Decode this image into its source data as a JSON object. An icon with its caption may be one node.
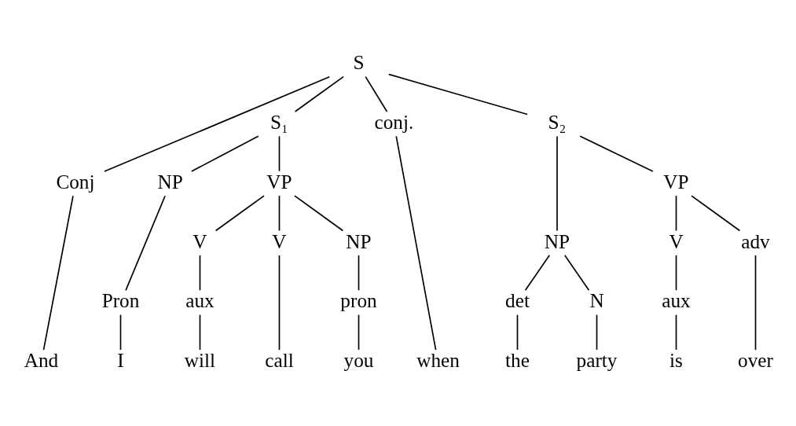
{
  "diagram": {
    "nodes": [
      {
        "text": [
          "S"
        ]
      },
      {
        "text": [
          "Conj"
        ]
      },
      {
        "text": [
          "S₁"
        ]
      },
      {
        "text": [
          "conj."
        ]
      },
      {
        "text": [
          "S₂"
        ]
      },
      {
        "text": [
          "NP"
        ]
      },
      {
        "text": [
          "VP"
        ]
      },
      {
        "text": [
          "NP"
        ]
      },
      {
        "text": [
          "VP"
        ]
      },
      {
        "text": [
          "Pron"
        ]
      },
      {
        "text": [
          "V"
        ]
      },
      {
        "text": [
          "V"
        ]
      },
      {
        "text": [
          "NP"
        ]
      },
      {
        "text": [
          "det"
        ]
      },
      {
        "text": [
          "N"
        ]
      },
      {
        "text": [
          "V"
        ]
      },
      {
        "text": [
          "adv"
        ]
      },
      {
        "text": [
          "aux"
        ]
      },
      {
        "text": [
          "pron"
        ]
      },
      {
        "text": [
          "aux"
        ]
      },
      {
        "text": [
          "And"
        ]
      },
      {
        "text": [
          "I"
        ]
      },
      {
        "text": [
          "will"
        ]
      },
      {
        "text": [
          "call"
        ]
      },
      {
        "text": [
          "you"
        ]
      },
      {
        "text": [
          "when"
        ]
      },
      {
        "text": [
          "the"
        ]
      },
      {
        "text": [
          "party"
        ]
      },
      {
        "text": [
          "is"
        ]
      },
      {
        "text": [
          "over"
        ]
      }
    ],
    "edges": [
      {
        "from": 0,
        "to": 1,
        "arrow": "none"
      },
      {
        "from": 0,
        "to": 2,
        "arrow": "none"
      },
      {
        "from": 0,
        "to": 3,
        "arrow": "none"
      },
      {
        "from": 0,
        "to": 4,
        "arrow": "none"
      },
      {
        "from": 1,
        "to": 20,
        "arrow": "none"
      },
      {
        "from": 2,
        "to": 5,
        "arrow": "none"
      },
      {
        "from": 2,
        "to": 6,
        "arrow": "none"
      },
      {
        "from": 3,
        "to": 25,
        "arrow": "none"
      },
      {
        "from": 4,
        "to": 7,
        "arrow": "none"
      },
      {
        "from": 4,
        "to": 8,
        "arrow": "none"
      },
      {
        "from": 5,
        "to": 9,
        "arrow": "none"
      },
      {
        "from": 6,
        "to": 10,
        "arrow": "none"
      },
      {
        "from": 6,
        "to": 11,
        "arrow": "none"
      },
      {
        "from": 6,
        "to": 12,
        "arrow": "none"
      },
      {
        "from": 7,
        "to": 13,
        "arrow": "none"
      },
      {
        "from": 7,
        "to": 14,
        "arrow": "none"
      },
      {
        "from": 8,
        "to": 15,
        "arrow": "none"
      },
      {
        "from": 8,
        "to": 16,
        "arrow": "none"
      },
      {
        "from": 9,
        "to": 21,
        "arrow": "none"
      },
      {
        "from": 10,
        "to": 17,
        "arrow": "none"
      },
      {
        "from": 11,
        "to": 23,
        "arrow": "none"
      },
      {
        "from": 12,
        "to": 18,
        "arrow": "none"
      },
      {
        "from": 13,
        "to": 26,
        "arrow": "none"
      },
      {
        "from": 14,
        "to": 27,
        "arrow": "none"
      },
      {
        "from": 15,
        "to": 19,
        "arrow": "none"
      },
      {
        "from": 16,
        "to": 29,
        "arrow": "none"
      },
      {
        "from": 17,
        "to": 22,
        "arrow": "none"
      },
      {
        "from": 18,
        "to": 24,
        "arrow": "none"
      },
      {
        "from": 19,
        "to": 28,
        "arrow": "none"
      }
    ]
  }
}
